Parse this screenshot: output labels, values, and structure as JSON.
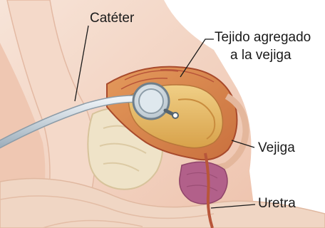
{
  "labels": {
    "catheter": "Catéter",
    "tissue_line1": "Tejido agregado",
    "tissue_line2": "a la vejiga",
    "bladder": "Vejiga",
    "urethra": "Uretra"
  },
  "colors": {
    "skin": "#f1d2c0",
    "tissue_orange": "#d88a4e",
    "muscle_red": "#b8563a",
    "bladder_inner": "#e3b45a",
    "bone": "#ece0c4",
    "prostate": "#b05c84",
    "catheter": "#c7d3dc"
  }
}
